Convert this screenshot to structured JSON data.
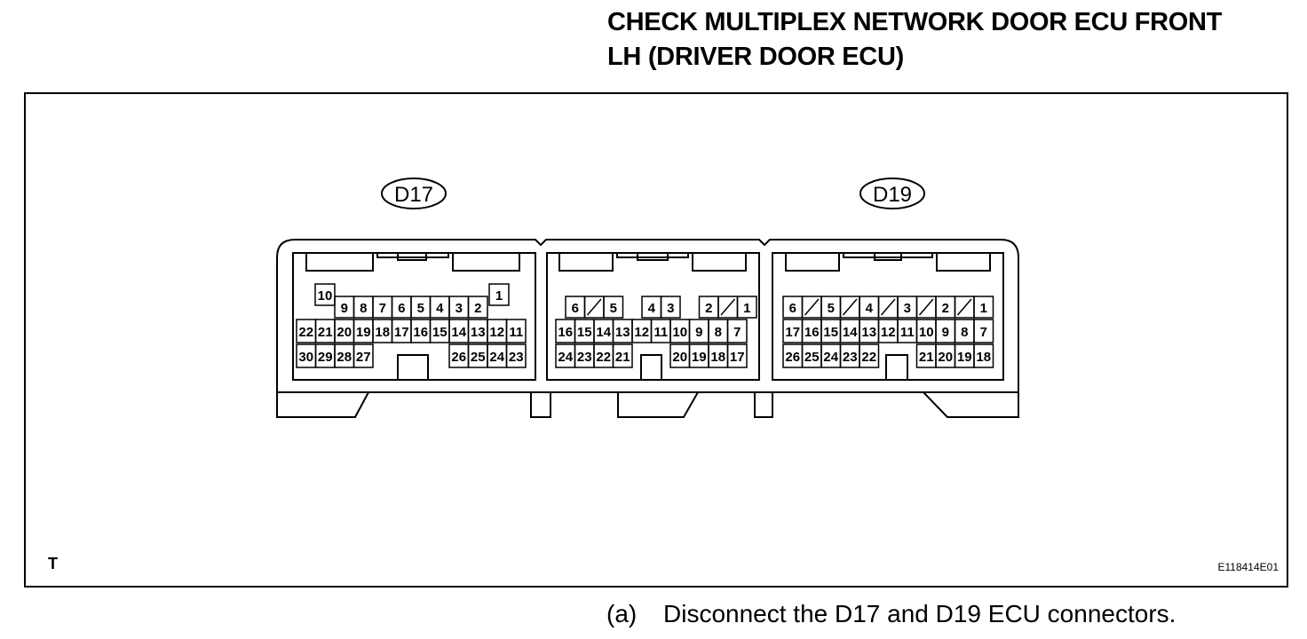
{
  "title": {
    "line1": "CHECK MULTIPLEX NETWORK DOOR ECU FRONT",
    "line2": "LH (DRIVER DOOR ECU)"
  },
  "instruction": {
    "label": "(a)",
    "text": "Disconnect the D17 and D19 ECU connectors."
  },
  "figure": {
    "corner_mark": "T",
    "figure_id": "E118414E01",
    "connectors": [
      {
        "id": "d17",
        "label": "D17"
      },
      {
        "id": "d19",
        "label": "D19"
      }
    ]
  }
}
